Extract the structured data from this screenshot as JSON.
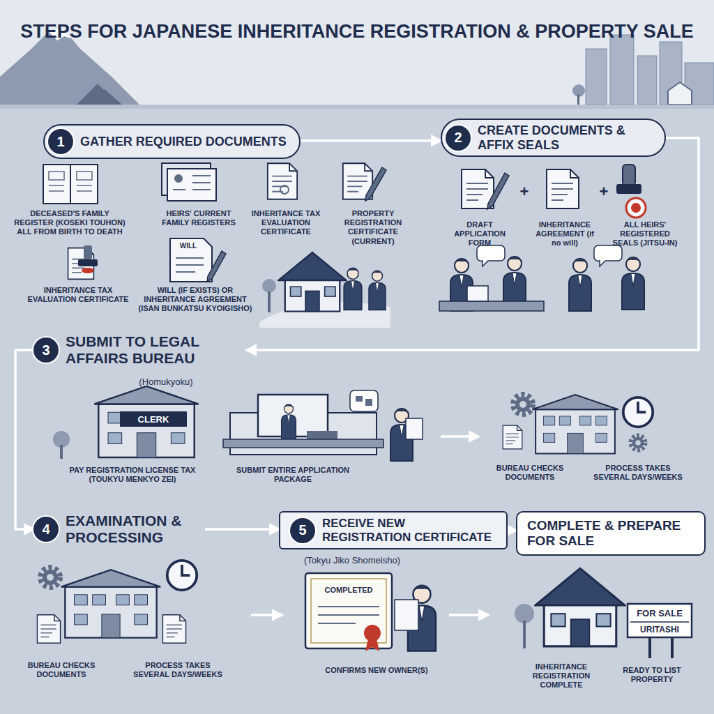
{
  "diagram": {
    "title": "STEPS FOR JAPANESE INHERITANCE REGISTRATION & PROPERTY SALE",
    "nodes": [
      {
        "text": [
          "1",
          "GATHER REQUIRED DOCUMENTS"
        ]
      },
      {
        "text": [
          "2",
          "CREATE DOCUMENTS & AFFIX SEALS"
        ]
      },
      {
        "text": [
          "3",
          "SUBMIT TO LEGAL AFFAIRS BUREAU"
        ]
      },
      {
        "text": [
          "4",
          "EXAMINATION & PROCESSING"
        ]
      },
      {
        "text": [
          "5",
          "RECEIVE NEW REGISTRATION CERTIFICATE"
        ]
      },
      {
        "text": [
          "COMPLETE & PREPARE FOR SALE"
        ]
      }
    ],
    "edges": [
      {
        "from": 0,
        "to": 1,
        "arrow": "to"
      },
      {
        "from": 1,
        "to": 2,
        "arrow": "to"
      },
      {
        "from": 2,
        "to": 3,
        "arrow": "to"
      },
      {
        "from": 3,
        "to": 4,
        "arrow": "to"
      },
      {
        "from": 4,
        "to": 5,
        "arrow": "to"
      }
    ],
    "labels": [
      "DECEASED'S FAMILY REGISTER (KOSEKI TOUHON) ALL FROM BIRTH TO DEATH",
      "HEIRS' CURRENT FAMILY REGISTERS",
      "INHERITANCE TAX EVALUATION CERTIFICATE",
      "PROPERTY REGISTRATION CERTIFICATE (CURRENT)",
      "INHERITANCE TAX EVALUATION CERTIFICATE",
      "WILL",
      "WILL (IF EXISTS) OR INHERITANCE AGREEMENT (ISAN BUNKATSU KYOIGISHO)",
      "DRAFT APPLICATION FORM",
      "+",
      "INHERITANCE AGREEMENT (if no will)",
      "+",
      "ALL HEIRS' REGISTERED SEALS (JITSU-IN)",
      "(Homukyoku)",
      "CLERK",
      "PAY REGISTRATION LICENSE TAX (TOUKYU MENKYO ZEI)",
      "SUBMIT ENTIRE APPLICATION PACKAGE",
      "BUREAU CHECKS DOCUMENTS",
      "PROCESS TAKES SEVERAL DAYS/WEEKS",
      "BUREAU CHECKS DOCUMENTS",
      "PROCESS TAKES SEVERAL DAYS/WEEKS",
      "(Tokyu Jiko Shomeisho)",
      "COMPLETED",
      "CONFIRMS NEW OWNER(S)",
      "FOR SALE",
      "URITASHI",
      "INHERITANCE REGISTRATION COMPLETE",
      "READY TO LIST PROPERTY"
    ]
  }
}
